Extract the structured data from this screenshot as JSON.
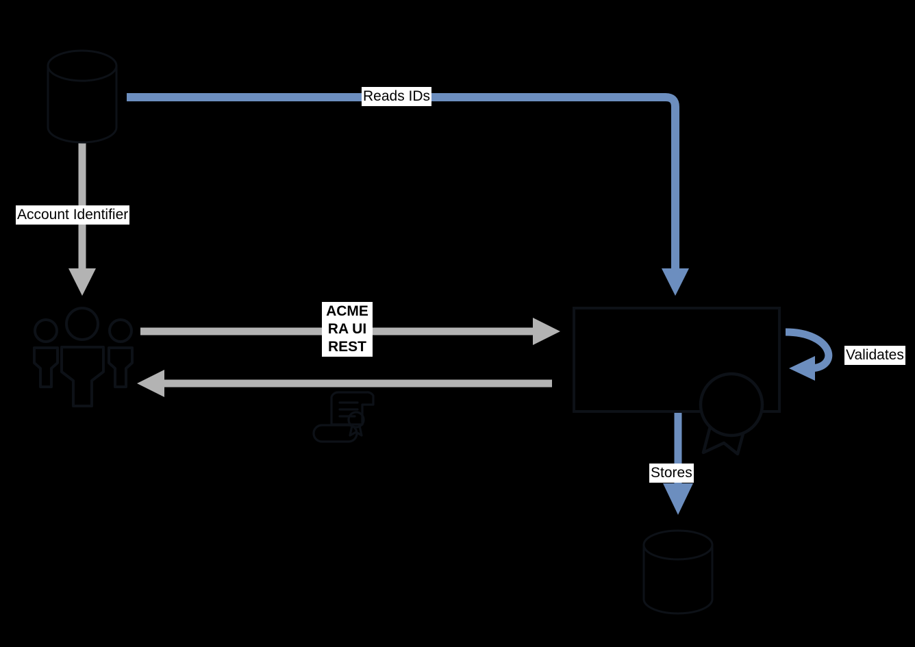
{
  "diagram": {
    "background_color": "#000000",
    "accent_blue": "#6c8ebf",
    "accent_gray": "#b3b3b3",
    "shape_stroke": "#0d1117",
    "label_bg": "#ffffff",
    "label_color": "#000000",
    "nodes": [
      {
        "id": "account-database",
        "type": "database-cylinder",
        "label": ""
      },
      {
        "id": "users-group",
        "type": "users-icon",
        "label": ""
      },
      {
        "id": "certificate-scroll",
        "type": "certificate-icon",
        "label": ""
      },
      {
        "id": "ra-server-box",
        "type": "rectangle",
        "label": ""
      },
      {
        "id": "award-seal",
        "type": "award-badge-icon",
        "label": ""
      },
      {
        "id": "certificate-database",
        "type": "database-cylinder",
        "label": ""
      }
    ],
    "edges": [
      {
        "id": "reads-ids",
        "label": "Reads IDs",
        "color": "#6c8ebf",
        "from": "account-database",
        "to": "ra-server-box"
      },
      {
        "id": "account-identifier",
        "label": "Account Identifier",
        "color": "#b3b3b3",
        "from": "account-database",
        "to": "users-group"
      },
      {
        "id": "acme-ra-ui-rest",
        "label": "ACME\nRA UI\nREST",
        "color": "#b3b3b3",
        "from": "users-group",
        "to": "ra-server-box",
        "bold": true
      },
      {
        "id": "response",
        "label": "",
        "color": "#b3b3b3",
        "from": "ra-server-box",
        "to": "users-group"
      },
      {
        "id": "validates",
        "label": "Validates",
        "color": "#6c8ebf",
        "from": "ra-server-box",
        "to": "ra-server-box"
      },
      {
        "id": "stores",
        "label": "Stores",
        "color": "#6c8ebf",
        "from": "ra-server-box",
        "to": "certificate-database"
      }
    ]
  }
}
